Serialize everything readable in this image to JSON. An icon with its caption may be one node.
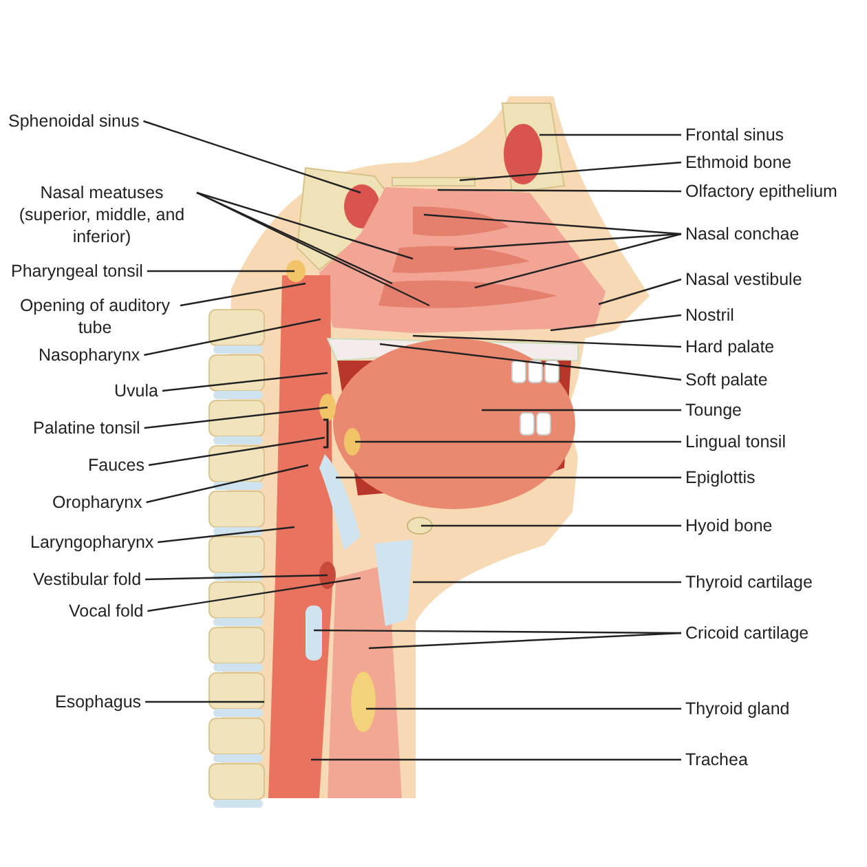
{
  "diagram": {
    "nodes": [
      {
        "text": [
          "Sphenoidal sinus"
        ]
      },
      {
        "text": [
          "Nasal meatuses (superior, middle, and inferior)"
        ]
      },
      {
        "text": [
          "Pharyngeal tonsil"
        ]
      },
      {
        "text": [
          "Opening of auditory tube"
        ]
      },
      {
        "text": [
          "Nasopharynx"
        ]
      },
      {
        "text": [
          "Uvula"
        ]
      },
      {
        "text": [
          "Palatine tonsil"
        ]
      },
      {
        "text": [
          "Fauces"
        ]
      },
      {
        "text": [
          "Oropharynx"
        ]
      },
      {
        "text": [
          "Laryngopharynx"
        ]
      },
      {
        "text": [
          "Vestibular fold"
        ]
      },
      {
        "text": [
          "Vocal fold"
        ]
      },
      {
        "text": [
          "Esophagus"
        ]
      },
      {
        "text": [
          "Frontal sinus"
        ]
      },
      {
        "text": [
          "Ethmoid bone"
        ]
      },
      {
        "text": [
          "Olfactory epithelium"
        ]
      },
      {
        "text": [
          "Nasal conchae"
        ]
      },
      {
        "text": [
          "Nasal vestibule"
        ]
      },
      {
        "text": [
          "Nostril"
        ]
      },
      {
        "text": [
          "Hard palate"
        ]
      },
      {
        "text": [
          "Soft palate"
        ]
      },
      {
        "text": [
          "Tounge"
        ]
      },
      {
        "text": [
          "Lingual tonsil"
        ]
      },
      {
        "text": [
          "Epiglottis"
        ]
      },
      {
        "text": [
          "Hyoid bone"
        ]
      },
      {
        "text": [
          "Thyroid cartilage"
        ]
      },
      {
        "text": [
          "Cricoid cartilage"
        ]
      },
      {
        "text": [
          "Thyroid gland"
        ]
      },
      {
        "text": [
          "Trachea"
        ]
      }
    ],
    "edges": [
      {
        "from": 0,
        "to": null,
        "arrow": "none"
      },
      {
        "from": 1,
        "to": null,
        "arrow": "none"
      },
      {
        "from": 1,
        "to": null,
        "arrow": "none"
      },
      {
        "from": 1,
        "to": null,
        "arrow": "none"
      },
      {
        "from": 2,
        "to": null,
        "arrow": "none"
      },
      {
        "from": 3,
        "to": null,
        "arrow": "none"
      },
      {
        "from": 4,
        "to": null,
        "arrow": "none"
      },
      {
        "from": 5,
        "to": null,
        "arrow": "none"
      },
      {
        "from": 6,
        "to": null,
        "arrow": "none"
      },
      {
        "from": 7,
        "to": null,
        "arrow": "none"
      },
      {
        "from": 8,
        "to": null,
        "arrow": "none"
      },
      {
        "from": 9,
        "to": null,
        "arrow": "none"
      },
      {
        "from": 10,
        "to": null,
        "arrow": "none"
      },
      {
        "from": 11,
        "to": null,
        "arrow": "none"
      },
      {
        "from": 12,
        "to": null,
        "arrow": "none"
      },
      {
        "from": 13,
        "to": null,
        "arrow": "none"
      },
      {
        "from": 14,
        "to": null,
        "arrow": "none"
      },
      {
        "from": 15,
        "to": null,
        "arrow": "none"
      },
      {
        "from": 16,
        "to": null,
        "arrow": "none"
      },
      {
        "from": 16,
        "to": null,
        "arrow": "none"
      },
      {
        "from": 16,
        "to": null,
        "arrow": "none"
      },
      {
        "from": 17,
        "to": null,
        "arrow": "none"
      },
      {
        "from": 18,
        "to": null,
        "arrow": "none"
      },
      {
        "from": 19,
        "to": null,
        "arrow": "none"
      },
      {
        "from": 20,
        "to": null,
        "arrow": "none"
      },
      {
        "from": 21,
        "to": null,
        "arrow": "none"
      },
      {
        "from": 22,
        "to": null,
        "arrow": "none"
      },
      {
        "from": 23,
        "to": null,
        "arrow": "none"
      },
      {
        "from": 24,
        "to": null,
        "arrow": "none"
      },
      {
        "from": 25,
        "to": null,
        "arrow": "none"
      },
      {
        "from": 26,
        "to": null,
        "arrow": "none"
      },
      {
        "from": 26,
        "to": null,
        "arrow": "none"
      },
      {
        "from": 27,
        "to": null,
        "arrow": "none"
      },
      {
        "from": 28,
        "to": null,
        "arrow": "none"
      }
    ]
  }
}
